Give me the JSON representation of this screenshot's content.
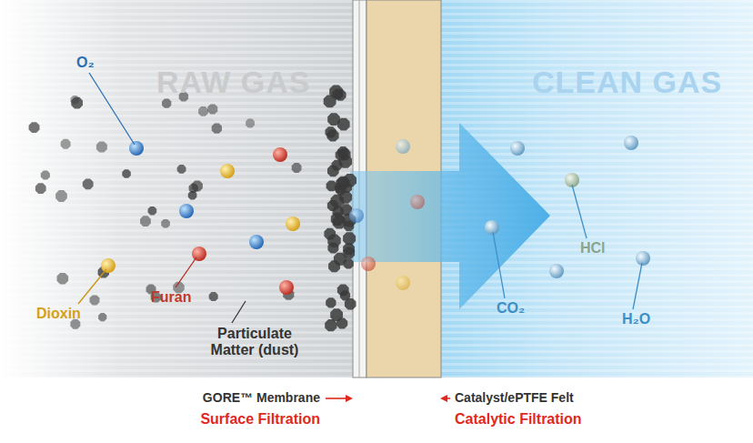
{
  "diagram": {
    "labels": [
      "RAW GAS",
      "CLEAN GAS",
      "O₂",
      "Dioxin",
      "Furan",
      "Particulate Matter (dust)",
      "GORE™ Membrane",
      "Surface Filtration",
      "Catalyst/ePTFE Felt",
      "Catalytic Filtration",
      "CO₂",
      "HCl",
      "H₂O"
    ]
  }
}
